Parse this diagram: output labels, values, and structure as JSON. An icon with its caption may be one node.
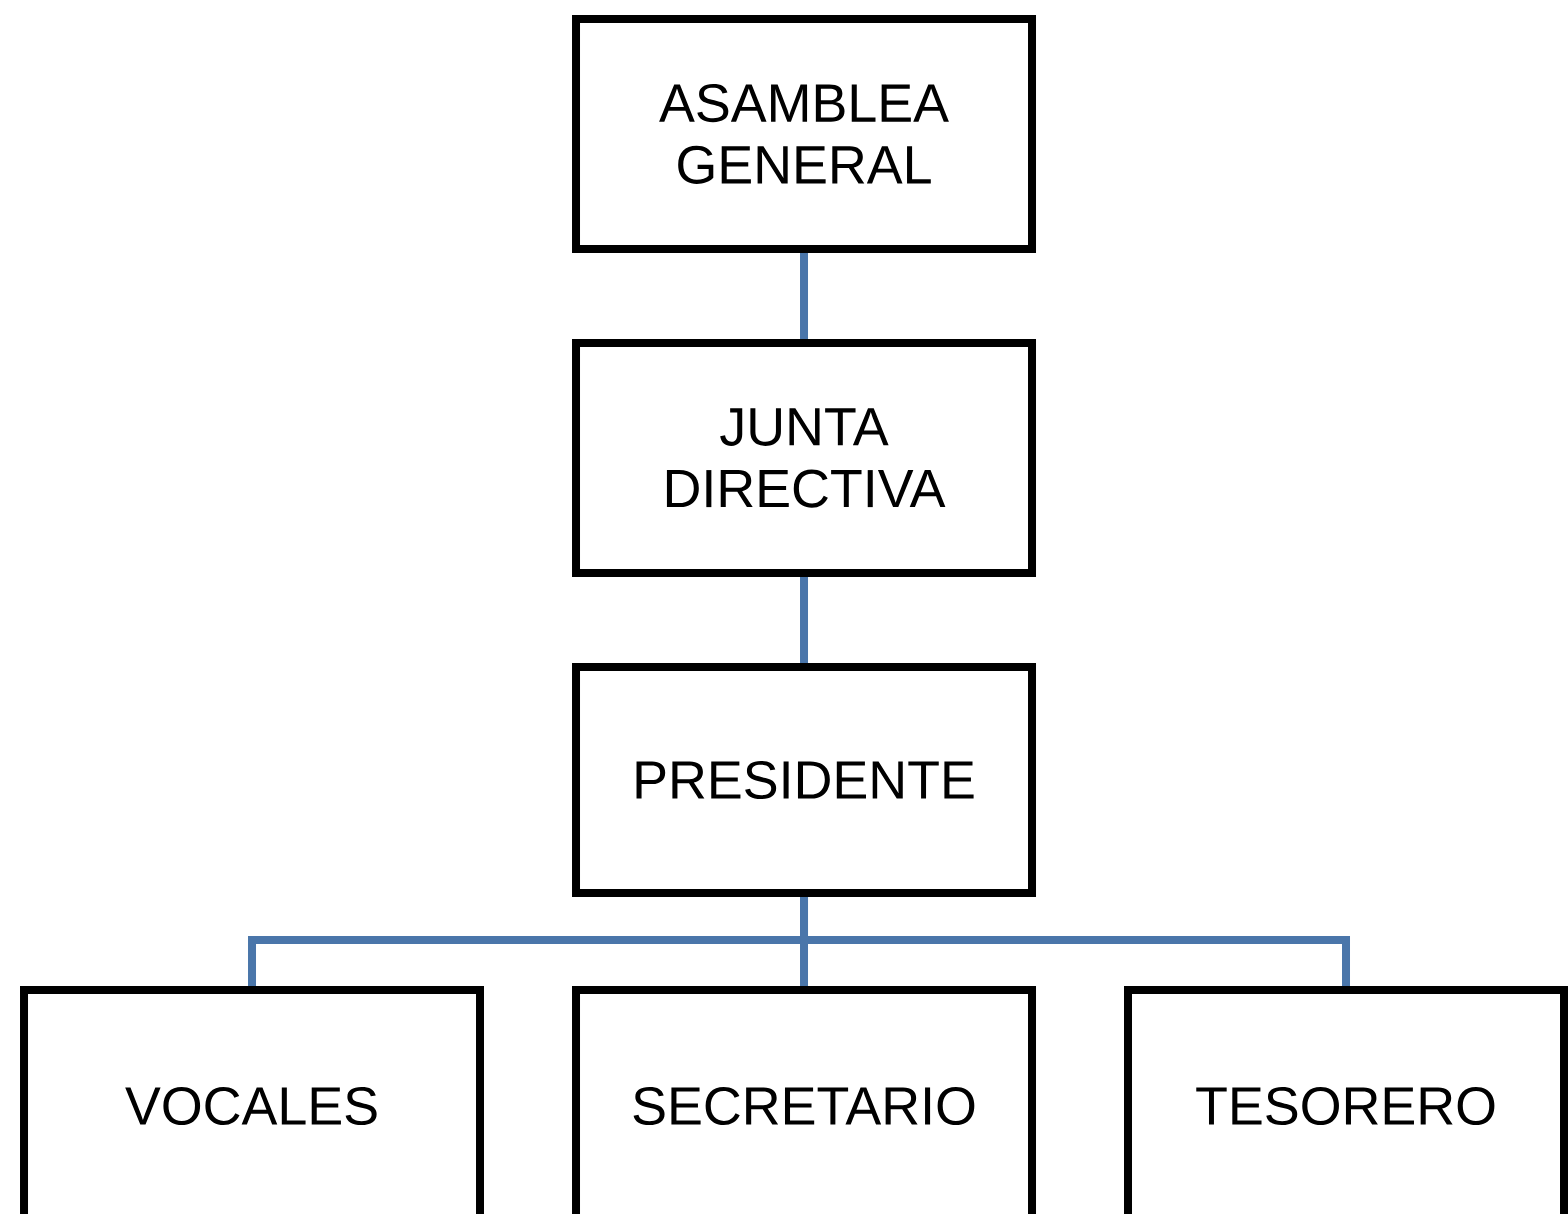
{
  "diagram": {
    "nodes": [
      {
        "text": [
          "ASAMBLEA GENERAL"
        ]
      },
      {
        "text": [
          "JUNTA DIRECTIVA"
        ]
      },
      {
        "text": [
          "PRESIDENTE"
        ]
      },
      {
        "text": [
          "VOCALES"
        ]
      },
      {
        "text": [
          "SECRETARIO"
        ]
      },
      {
        "text": [
          "TESORERO"
        ]
      }
    ],
    "edges": [
      {
        "from": 0,
        "to": 1,
        "arrow": "none"
      },
      {
        "from": 1,
        "to": 2,
        "arrow": "none"
      },
      {
        "from": 2,
        "to": 3,
        "arrow": "none"
      },
      {
        "from": 2,
        "to": 4,
        "arrow": "none"
      },
      {
        "from": 2,
        "to": 5,
        "arrow": "none"
      }
    ]
  }
}
